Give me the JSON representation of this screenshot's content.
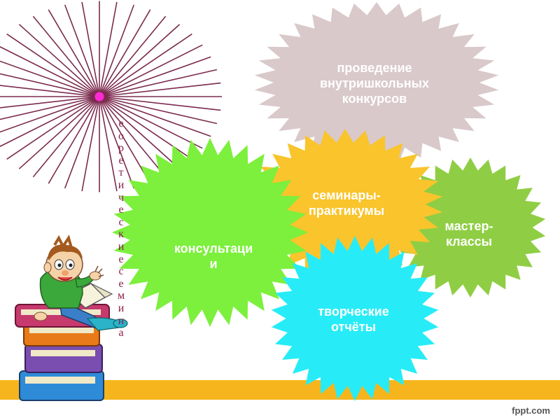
{
  "slide": {
    "vertical_text": "еоретические семина",
    "footer": "fppt.com",
    "bursts": {
      "contests": "проведение\nвнутришкольных\nконкурсов",
      "seminars": "семинары-\nпрактикумы",
      "consult": "консультаци\nи",
      "masterclass": "мастер-\nклассы",
      "reports": "творческие\nотчёты"
    },
    "colors": {
      "contests": "#d9c9cb",
      "seminars": "#f9c42c",
      "consult": "#7cf03c",
      "masterclass": "#8fce44",
      "reports": "#27ecf7",
      "bar": "#f6b51c",
      "rays": "#7b2b4e",
      "center": "#ff2ad4"
    }
  }
}
